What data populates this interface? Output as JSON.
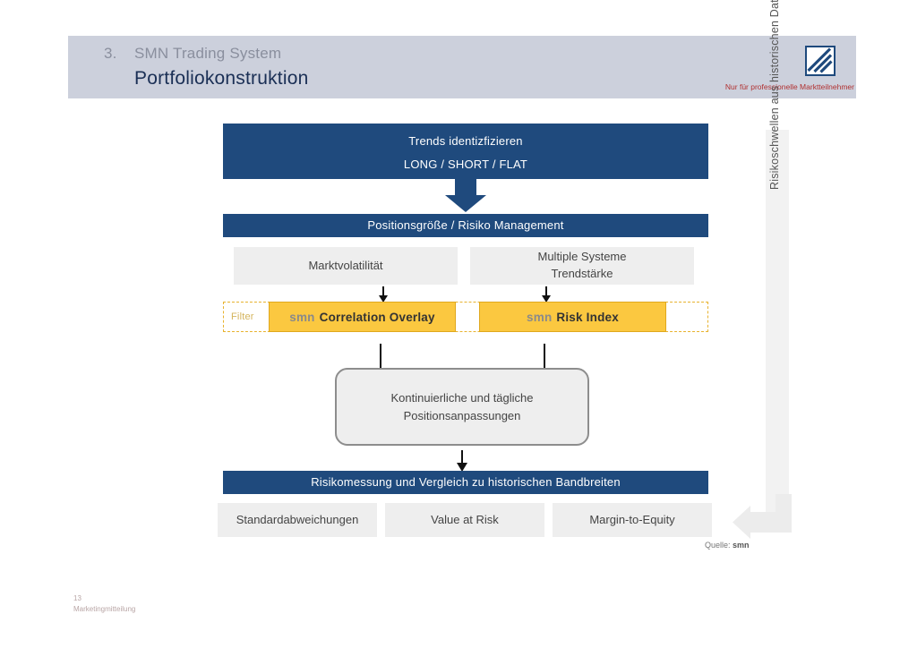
{
  "header": {
    "number": "3.",
    "section": "SMN Trading System",
    "title": "Portfoliokonstruktion",
    "disclaimer": "Nur für professionelle Marktteilnehmer",
    "logo_name": "deutsche-bank-logo"
  },
  "flow": {
    "top_block": {
      "line1": "Trends identizfizieren",
      "line2": "LONG / SHORT / FLAT"
    },
    "position_block": "Positionsgröße / Risiko Management",
    "inputs": [
      {
        "label": "Marktvolatilität"
      },
      {
        "label": "Multiple Systeme\nTrendstärke",
        "line1": "Multiple Systeme",
        "line2": "Trendstärke"
      }
    ],
    "filter_label": "Filter",
    "filters": [
      {
        "prefix": "smn",
        "label": "Correlation Overlay"
      },
      {
        "prefix": "smn",
        "label": "Risk Index"
      }
    ],
    "adjust_block": {
      "line1": "Kontinuierliche und tägliche",
      "line2": "Positionsanpassungen"
    },
    "measure_block": "Risikomessung und Vergleich zu historischen Bandbreiten",
    "measures": [
      {
        "label": "Standardabweichungen"
      },
      {
        "label": "Value at Risk"
      },
      {
        "label": "Margin-to-Equity"
      }
    ]
  },
  "side": {
    "vertical_label": "Risikoschwellen aus historischen Datensätzen"
  },
  "source": {
    "prefix": "Quelle:",
    "value": "smn"
  },
  "footer": {
    "page": "13",
    "note": "Marketingmitteilung"
  },
  "colors": {
    "navy": "#1f4a7d",
    "yellow": "#fbc840",
    "yellow_border": "#e0a81e",
    "grey_box": "#eeeeee",
    "header_band": "#ccd0dc",
    "disclaimer_red": "#b03030",
    "title_blue": "#1a2f55"
  }
}
